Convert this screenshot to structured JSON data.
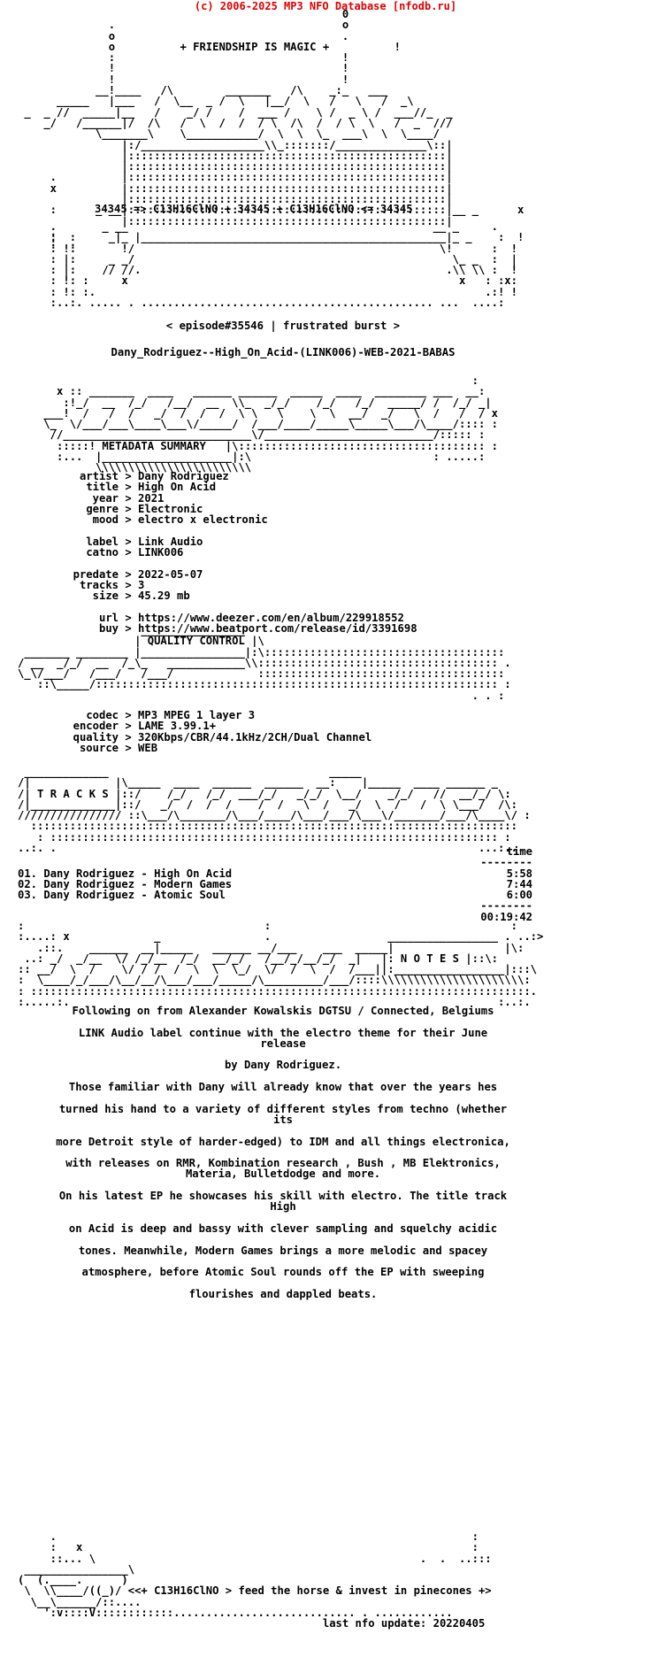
{
  "header": {
    "copyright": "(c) 2006-2025 MP3 NFO Database [nfodb.ru]"
  },
  "intro": {
    "tagline": "+ FRIENDSHIP IS MAGIC +",
    "formula": "34345 => C13H16ClNO + 34345 + C13H16ClNO <= 34345",
    "episode": "< episode#35546 | frustrated burst >",
    "release": "Dany_Rodriguez--High_On_Acid-(LINK006)-WEB-2021-BABAS"
  },
  "metadata": {
    "heading": "METADATA SUMMARY",
    "rows": [
      {
        "key": "artist",
        "value": "Dany Rodriguez"
      },
      {
        "key": "title",
        "value": "High On Acid"
      },
      {
        "key": "year",
        "value": "2021"
      },
      {
        "key": "genre",
        "value": "Electronic"
      },
      {
        "key": "mood",
        "value": "electro x electronic"
      },
      {
        "key": "label",
        "value": "Link Audio"
      },
      {
        "key": "catno",
        "value": "LINK006"
      },
      {
        "key": "predate",
        "value": "2022-05-07"
      },
      {
        "key": "tracks",
        "value": "3"
      },
      {
        "key": "size",
        "value": "45.29 mb"
      },
      {
        "key": "url",
        "value": "https://www.deezer.com/en/album/229918552"
      },
      {
        "key": "buy",
        "value": "https://www.beatport.com/release/id/3391698"
      }
    ]
  },
  "quality": {
    "heading": "QUALITY CONTROL",
    "rows": [
      {
        "key": "codec",
        "value": "MP3 MPEG 1 layer 3"
      },
      {
        "key": "encoder",
        "value": "LAME 3.99.1+"
      },
      {
        "key": "quality",
        "value": "320Kbps/CBR/44.1kHz/2CH/Dual Channel"
      },
      {
        "key": "source",
        "value": "WEB"
      }
    ]
  },
  "tracklist": {
    "heading": "T R A C K S",
    "time_header": "time",
    "divider": "--------",
    "items": [
      {
        "no": "01.",
        "name": "Dany Rodriguez - High On Acid",
        "time": "5:58"
      },
      {
        "no": "02.",
        "name": "Dany Rodriguez - Modern Games",
        "time": "7:44"
      },
      {
        "no": "03.",
        "name": "Dany Rodriguez - Atomic Soul",
        "time": "6:00"
      }
    ],
    "total": "00:19:42"
  },
  "notes": {
    "heading": "N O T E S",
    "paragraphs": [
      "Following on from Alexander Kowalskis DGTSU / Connected, Belgiums",
      "LINK Audio label continue with the electro theme for their June release",
      "by Dany Rodriguez.",
      "Those familiar with Dany will already know that over the years hes",
      "turned his hand to a variety of different styles from techno (whether its",
      "more Detroit style of harder-edged) to IDM and all things electronica,",
      "with releases on RMR, Kombination research , Bush , MB Elektronics, Materia, Bulletdodge and more.",
      "On his latest EP he showcases his skill with electro. The title track High",
      "on Acid is deep and bassy with clever sampling and squelchy acidic",
      "tones. Meanwhile, Modern Games brings a more melodic and spacey",
      "atmosphere, before Atomic Soul rounds off the EP with sweeping",
      "flourishes and dappled beats."
    ]
  },
  "footer": {
    "slogan": "<<+ C13H16ClNO > feed the horse & invest in pinecones +>",
    "last_update": "last nfo update: 20220405"
  }
}
